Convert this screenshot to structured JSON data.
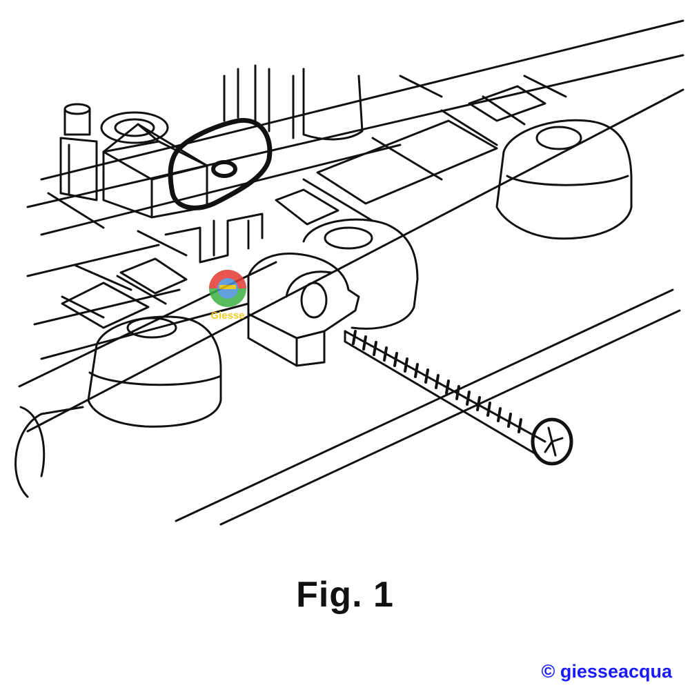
{
  "figure": {
    "caption": "Fig. 1"
  },
  "watermark": {
    "text": "Giesse",
    "colors": {
      "green": "#3cb043",
      "red": "#e53935",
      "yellow": "#f2c200",
      "blue": "#4a90d9"
    }
  },
  "copyright": {
    "symbol": "©",
    "text": "giesseacqua",
    "color": "#1a1aff"
  },
  "colors": {
    "line": "#111111",
    "background": "#ffffff"
  }
}
